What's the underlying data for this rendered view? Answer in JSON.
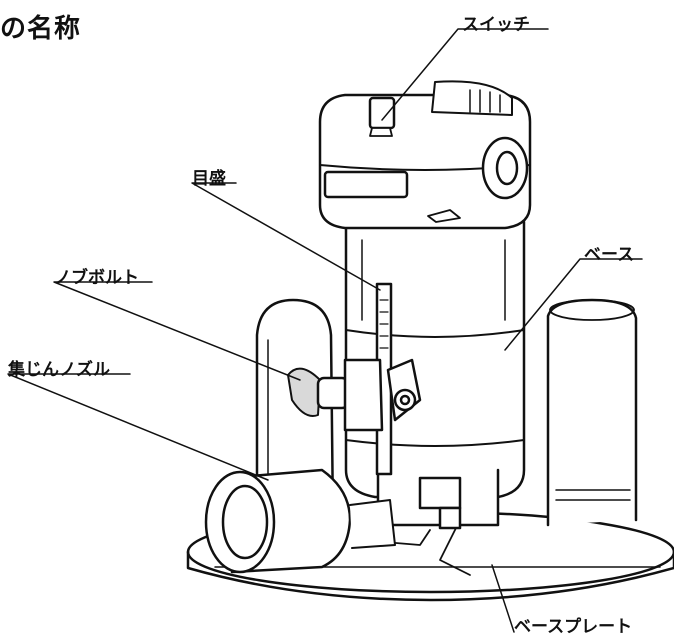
{
  "heading": "の名称",
  "labels": {
    "switch": "スイッチ",
    "scale": "目盛",
    "base": "ベース",
    "knob_bolt": "ノブボルト",
    "dust_nozzle": "集じんノズル",
    "base_plate": "ベースプレート"
  },
  "colors": {
    "line": "#111111",
    "fill": "#ffffff",
    "shade": "#d9d9d9"
  }
}
